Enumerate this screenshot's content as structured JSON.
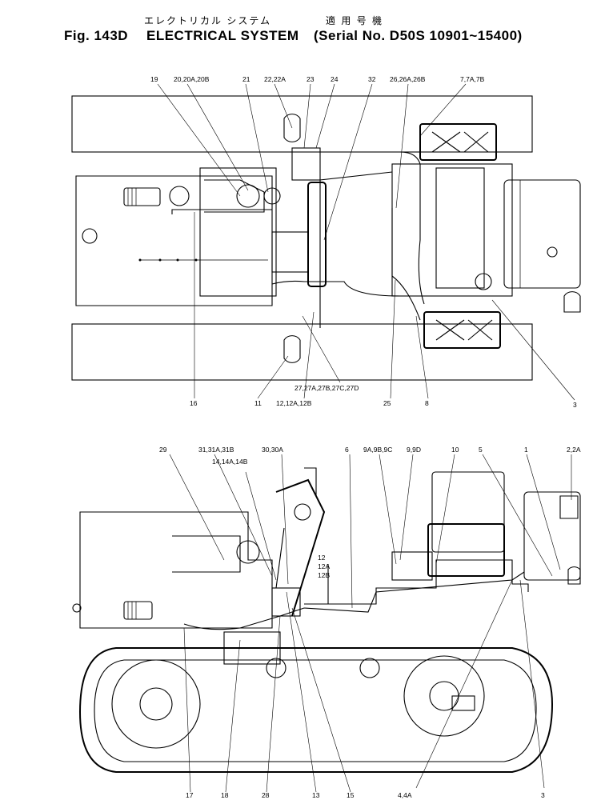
{
  "header": {
    "title_jp": "エレクトリカル システム",
    "fig_label": "Fig. 143D",
    "title": "ELECTRICAL SYSTEM",
    "applicability_jp": "適 用 号 機",
    "serial": "(Serial No. D50S 10901~15400)"
  },
  "callouts": [
    {
      "id": "c19",
      "text": "19"
    },
    {
      "id": "c20",
      "text": "20,20A,20B"
    },
    {
      "id": "c21",
      "text": "21"
    },
    {
      "id": "c22",
      "text": "22,22A"
    },
    {
      "id": "c23",
      "text": "23"
    },
    {
      "id": "c24",
      "text": "24"
    },
    {
      "id": "c32",
      "text": "32"
    },
    {
      "id": "c26",
      "text": "26,26A,26B"
    },
    {
      "id": "c7",
      "text": "7,7A,7B"
    },
    {
      "id": "c16",
      "text": "16"
    },
    {
      "id": "c11",
      "text": "11"
    },
    {
      "id": "c27",
      "text": "27,27A,27B,27C,27D"
    },
    {
      "id": "c12t",
      "text": "12,12A,12B"
    },
    {
      "id": "c25",
      "text": "25"
    },
    {
      "id": "c8",
      "text": "8"
    },
    {
      "id": "c3t",
      "text": "3"
    },
    {
      "id": "c29",
      "text": "29"
    },
    {
      "id": "c31",
      "text": "31,31A,31B"
    },
    {
      "id": "c14",
      "text": "14,14A,14B"
    },
    {
      "id": "c30",
      "text": "30,30A"
    },
    {
      "id": "c6",
      "text": "6"
    },
    {
      "id": "c9",
      "text": "9A,9B,9C"
    },
    {
      "id": "c9d",
      "text": "9,9D"
    },
    {
      "id": "c10",
      "text": "10"
    },
    {
      "id": "c5",
      "text": "5"
    },
    {
      "id": "c1",
      "text": "1"
    },
    {
      "id": "c2",
      "text": "2,2A"
    },
    {
      "id": "c12a",
      "text": "12"
    },
    {
      "id": "c12b",
      "text": "12A"
    },
    {
      "id": "c12c",
      "text": "12B"
    },
    {
      "id": "c17",
      "text": "17"
    },
    {
      "id": "c18",
      "text": "18"
    },
    {
      "id": "c28",
      "text": "28"
    },
    {
      "id": "c13",
      "text": "13"
    },
    {
      "id": "c15",
      "text": "15"
    },
    {
      "id": "c4",
      "text": "4,4A"
    },
    {
      "id": "c3b",
      "text": "3"
    }
  ]
}
